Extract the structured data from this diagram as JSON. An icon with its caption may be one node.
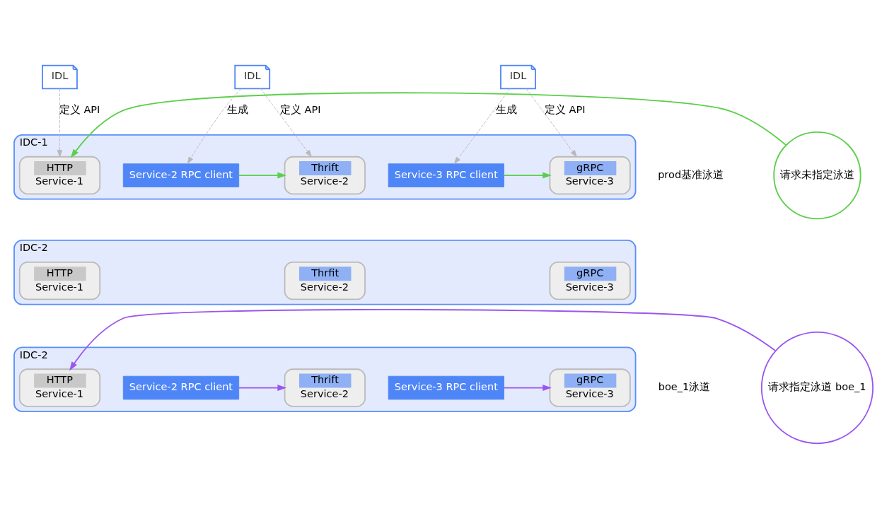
{
  "diagram": {
    "nodes": [
      {
        "text": [
          "IDL"
        ]
      },
      {
        "text": [
          "IDL"
        ]
      },
      {
        "text": [
          "IDL"
        ]
      },
      {
        "text": [
          "IDC-1"
        ]
      },
      {
        "text": [
          "HTTP",
          "Service-1"
        ],
        "in": 3
      },
      {
        "text": [
          "Service-2 RPC client"
        ],
        "in": 3
      },
      {
        "text": [
          "Thrift",
          "Service-2"
        ],
        "in": 3
      },
      {
        "text": [
          "Service-3 RPC client"
        ],
        "in": 3
      },
      {
        "text": [
          "gRPC",
          "Service-3"
        ],
        "in": 3
      },
      {
        "text": [
          "IDC-2"
        ]
      },
      {
        "text": [
          "HTTP",
          "Service-1"
        ],
        "in": 9
      },
      {
        "text": [
          "Thrfit",
          "Service-2"
        ],
        "in": 9
      },
      {
        "text": [
          "gRPC",
          "Service-3"
        ],
        "in": 9
      },
      {
        "text": [
          "IDC-2"
        ]
      },
      {
        "text": [
          "HTTP",
          "Service-1"
        ],
        "in": 13
      },
      {
        "text": [
          "Service-2 RPC client"
        ],
        "in": 13
      },
      {
        "text": [
          "Thrift",
          "Service-2"
        ],
        "in": 13
      },
      {
        "text": [
          "Service-3 RPC client"
        ],
        "in": 13
      },
      {
        "text": [
          "gRPC",
          "Service-3"
        ],
        "in": 13
      },
      {
        "text": [
          "请求未指定泳道"
        ]
      },
      {
        "text": [
          "请求指定泳道 boe_1"
        ]
      }
    ],
    "edges": [
      {
        "from": 0,
        "to": 4,
        "arrow": "to",
        "label": "定义 API",
        "style": "dashed",
        "color": "#b8b8b8"
      },
      {
        "from": 1,
        "to": 5,
        "arrow": "to",
        "label": "生成",
        "style": "dashed",
        "color": "#b8b8b8"
      },
      {
        "from": 1,
        "to": 6,
        "arrow": "to",
        "label": "定义 API",
        "style": "dashed",
        "color": "#b8b8b8"
      },
      {
        "from": 2,
        "to": 7,
        "arrow": "to",
        "label": "生成",
        "style": "dashed",
        "color": "#b8b8b8"
      },
      {
        "from": 2,
        "to": 8,
        "arrow": "to",
        "label": "定义 API",
        "style": "dashed",
        "color": "#b8b8b8"
      },
      {
        "from": 19,
        "to": 4,
        "arrow": "to",
        "color": "#5ccf4a"
      },
      {
        "from": 5,
        "to": 6,
        "arrow": "to",
        "color": "#5ccf4a"
      },
      {
        "from": 7,
        "to": 8,
        "arrow": "to",
        "color": "#5ccf4a"
      },
      {
        "from": 20,
        "to": 14,
        "arrow": "to",
        "color": "#9b55f0"
      },
      {
        "from": 15,
        "to": 16,
        "arrow": "to",
        "color": "#9b55f0"
      },
      {
        "from": 17,
        "to": 18,
        "arrow": "to",
        "color": "#9b55f0"
      }
    ],
    "labels": [
      "prod基准泳道",
      "boe_1泳道"
    ]
  }
}
